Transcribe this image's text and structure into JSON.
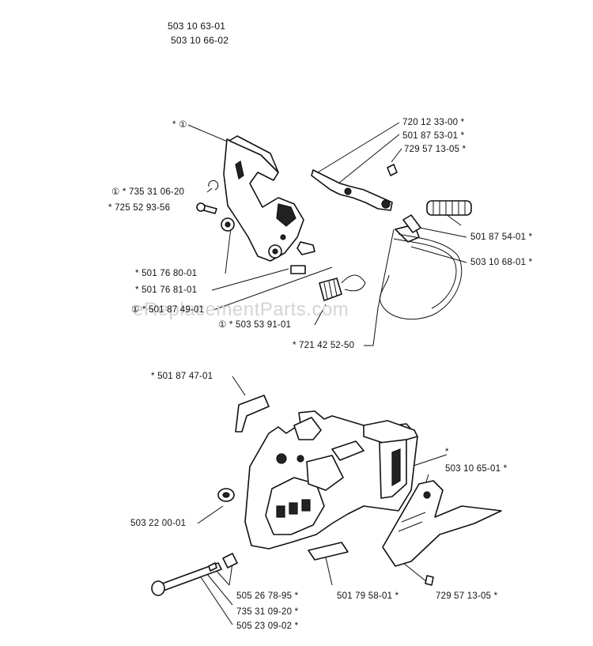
{
  "header": {
    "code_1": "503 10 63-01",
    "code_2": "503 10 66-02"
  },
  "watermark": "eReplacementParts.com",
  "labels": {
    "l_marker_top": "* ①",
    "l_73531": "① * 735 31 06-20",
    "l_72552": "* 725 52 93-56",
    "l_72012": "720 12 33-00 *",
    "l_501875": "501 87 53-01 *",
    "l_72957a": "729 57 13-05 *",
    "l_501874": "501 87 54-01 *",
    "l_503106": "503 10 68-01 *",
    "l_501768": "* 501 76 80-01",
    "l_5017681": "* 501 76 81-01",
    "l_501849": "① * 501 87 49-01",
    "l_503539": "① * 503 53 91-01",
    "l_721425": "* 721 42 52-50",
    "l_501847": "* 501 87 47-01",
    "l_star_right": "*",
    "l_5031065": "503 10 65-01 *",
    "l_503220": "503 22 00-01",
    "l_505267": "505 26 78-95 *",
    "l_501795": "501 79 58-01 *",
    "l_72957b": "729 57 13-05 *",
    "l_735310": "735 31 09-20 *",
    "l_505230": "505 23 09-02 *"
  }
}
